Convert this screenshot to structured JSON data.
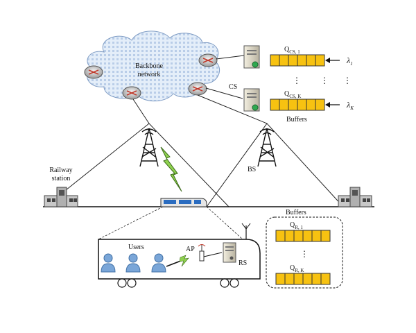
{
  "labels": {
    "backbone_line1": "Backbone",
    "backbone_line2": "network",
    "cs": "CS",
    "buffers_top": "Buffers",
    "railway_line1": "Railway",
    "railway_line2": "station",
    "bs": "BS",
    "buffers_bottom": "Buffers",
    "users": "Users",
    "ap": "AP",
    "rs": "RS",
    "dots": "⋮"
  },
  "queues": {
    "q_cs_1_base": "Q",
    "q_cs_1_sub": "CS, 1",
    "q_cs_k_base": "Q",
    "q_cs_k_sub": "CS, K",
    "q_r_1_base": "Q",
    "q_r_1_sub": "R, 1",
    "q_r_k_base": "Q",
    "q_r_k_sub": "R, K",
    "lambda_1_base": "λ",
    "lambda_1_sub": "1",
    "lambda_k_base": "λ",
    "lambda_k_sub": "K"
  },
  "colors": {
    "buffer_fill": "#f7c211",
    "cloud_fill": "#d6e4f4",
    "router_fill": "#d9d9d9",
    "router_accent": "#c0392b",
    "user_fill": "#7aa6d8",
    "bolt_fill": "#8fd14f",
    "train_window": "#2a6cc0",
    "server_led": "#2fa84f"
  },
  "icons": {
    "router": "router-icon",
    "server": "server-icon",
    "tower": "base-station-tower-icon",
    "bolt": "wireless-link-icon",
    "station": "railway-station-icon",
    "train": "train-icon",
    "user": "user-icon",
    "access_point": "access-point-icon"
  }
}
